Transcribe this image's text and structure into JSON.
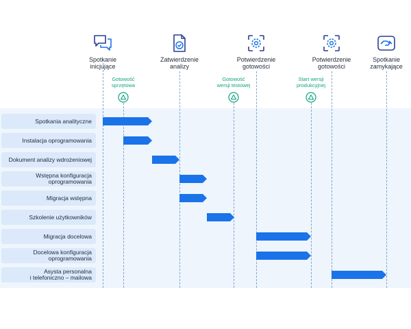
{
  "milestones": [
    {
      "label_line1": "Spotkanie",
      "label_line2": "inicjujące",
      "icon": "chat-bubbles-icon"
    },
    {
      "label_line1": "Zatwierdzenie",
      "label_line2": "analizy",
      "icon": "approved-document-icon"
    },
    {
      "label_line1": "Potwierdzenie",
      "label_line2": "gotowości",
      "icon": "gear-readiness-icon"
    },
    {
      "label_line1": "Potwierdzenie",
      "label_line2": "gotowości",
      "icon": "gear-readiness-icon"
    },
    {
      "label_line1": "Spotkanie",
      "label_line2": "zamykające",
      "icon": "handshake-icon"
    }
  ],
  "gates": [
    {
      "label_line1": "Gotowość",
      "label_line2": "sprzętowa",
      "icon": "warning-triangle-icon"
    },
    {
      "label_line1": "Gotowość",
      "label_line2": "wersji testowej",
      "icon": "warning-triangle-icon"
    },
    {
      "label_line1": "Start wersji",
      "label_line2": "produkcyjnej",
      "icon": "warning-triangle-icon"
    }
  ],
  "tasks": [
    {
      "label_line1": "Spotkania analityczne",
      "label_line2": ""
    },
    {
      "label_line1": "Instalacja oprogramowania",
      "label_line2": ""
    },
    {
      "label_line1": "Dokument analizy wdrożeniowej",
      "label_line2": ""
    },
    {
      "label_line1": "Wstępna konfiguracja",
      "label_line2": "oprogramowania"
    },
    {
      "label_line1": "Migracja wstępna",
      "label_line2": ""
    },
    {
      "label_line1": "Szkolenie użytkowników",
      "label_line2": ""
    },
    {
      "label_line1": "Migracja docelowa",
      "label_line2": ""
    },
    {
      "label_line1": "Docelowa konfiguracja",
      "label_line2": "oprogramowania"
    },
    {
      "label_line1": "Asysta personalna",
      "label_line2": "i telefoniczno – mailowa"
    }
  ],
  "colors": {
    "bar": "#1a73e8",
    "accent_icon": "#2c3e8f",
    "gate": "#10a37f",
    "label_bg": "#dbe9fa",
    "panel_bg": "#eef5fd"
  }
}
